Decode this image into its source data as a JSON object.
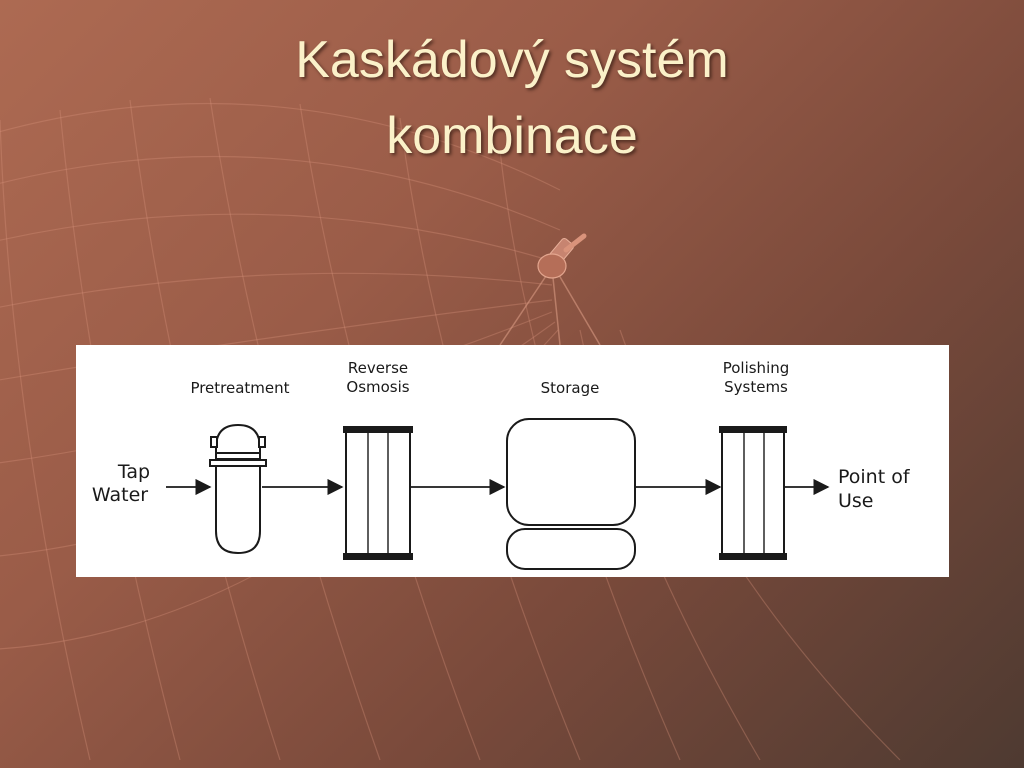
{
  "slide": {
    "title_line1": "Kaskádový systém",
    "title_line2": "kombinace"
  },
  "diagram": {
    "input_label_line1": "Tap",
    "input_label_line2": "Water",
    "output_label_line1": "Point of",
    "output_label_line2": "Use",
    "stages": [
      {
        "label_line1": "Pretreatment",
        "label_line2": ""
      },
      {
        "label_line1": "Reverse",
        "label_line2": "Osmosis"
      },
      {
        "label_line1": "Storage",
        "label_line2": ""
      },
      {
        "label_line1": "Polishing",
        "label_line2": "Systems"
      }
    ]
  },
  "colors": {
    "title_text": "#fbf1c9",
    "diagram_background": "#ffffff",
    "diagram_ink": "#1a1a1a"
  }
}
